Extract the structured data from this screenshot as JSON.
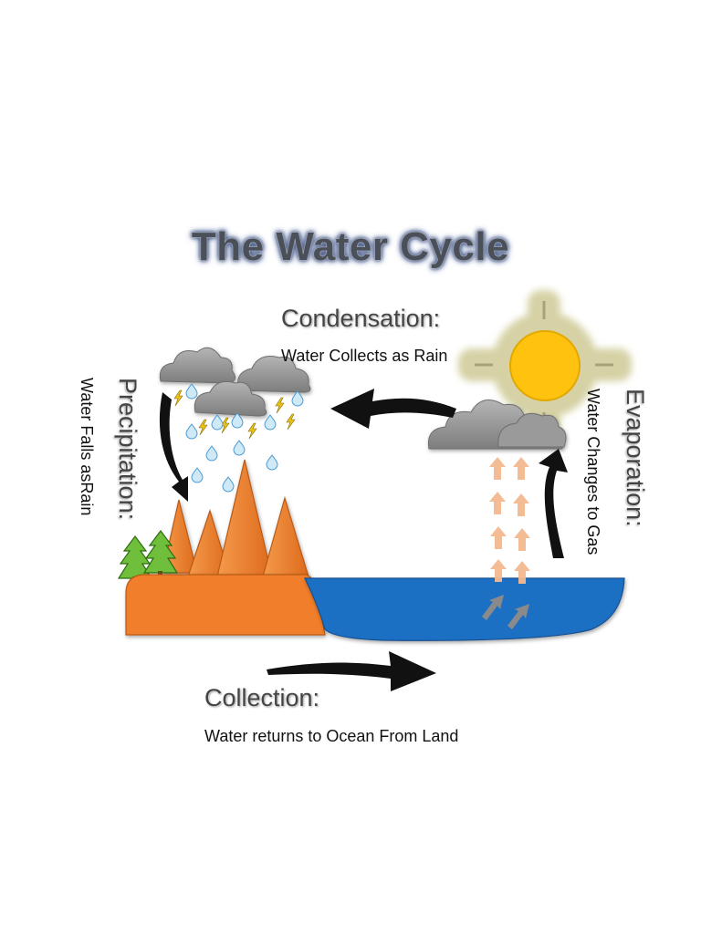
{
  "title": "The Water Cycle",
  "stages": {
    "condensation": {
      "heading": "Condensation:",
      "caption": "Water Collects as Rain"
    },
    "precipitation": {
      "heading": "Precipitation:",
      "caption": "Water Falls asRain"
    },
    "evaporation": {
      "heading": "Evaporation:",
      "caption": "Water Changes to Gas"
    },
    "collection": {
      "heading": "Collection:",
      "caption": "Water returns to Ocean From Land"
    }
  },
  "colors": {
    "mountain": "#f07e2c",
    "land": "#f07e2c",
    "ocean": "#1f6fc4",
    "sun": "#ffc20e",
    "sun_glow": "#d8d4a8",
    "cloud": "#8c8c8c",
    "tree": "#6fbf3c",
    "arrow": "#111111",
    "vapor": "#f4b990",
    "vapor_low": "#8a8a8a"
  }
}
